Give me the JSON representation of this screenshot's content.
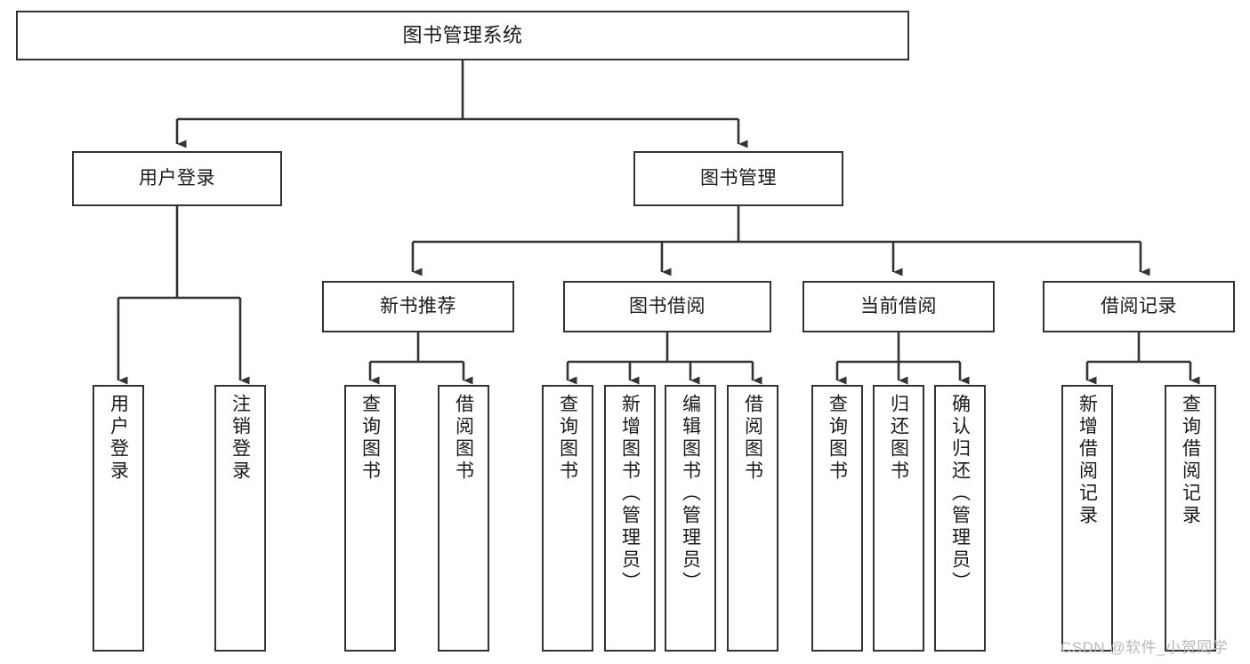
{
  "diagram": {
    "title": "图书管理系统",
    "orientation": "top-down-tree",
    "watermark": "CSDN @软件_小贺同学",
    "colors": {
      "background": "#ffffff",
      "node_border": "#333333",
      "node_fill": "#ffffff",
      "text": "#1a1a1a",
      "connector": "#333333",
      "watermark": "#b9b9b9"
    },
    "nodes": {
      "root": {
        "label": "图书管理系统"
      },
      "level1": [
        {
          "id": "user-login",
          "label": "用户登录"
        },
        {
          "id": "book-manage",
          "label": "图书管理"
        }
      ],
      "level2": [
        {
          "id": "new-book-recommend",
          "label": "新书推荐"
        },
        {
          "id": "book-borrow",
          "label": "图书借阅"
        },
        {
          "id": "current-borrow",
          "label": "当前借阅"
        },
        {
          "id": "borrow-record",
          "label": "借阅记录"
        }
      ],
      "leaves": {
        "user-login": [
          {
            "id": "leaf-user-login",
            "label": "用户登录"
          },
          {
            "id": "leaf-logout-login",
            "label": "注销登录"
          }
        ],
        "new-book-recommend": [
          {
            "id": "leaf-query-book-1",
            "label": "查询图书"
          },
          {
            "id": "leaf-borrow-book-1",
            "label": "借阅图书"
          }
        ],
        "book-borrow": [
          {
            "id": "leaf-query-book-2",
            "label": "查询图书"
          },
          {
            "id": "leaf-add-book",
            "label": "新增图书（管理员）"
          },
          {
            "id": "leaf-edit-book",
            "label": "编辑图书（管理员）"
          },
          {
            "id": "leaf-borrow-book-2",
            "label": "借阅图书"
          }
        ],
        "current-borrow": [
          {
            "id": "leaf-query-book-3",
            "label": "查询图书"
          },
          {
            "id": "leaf-return-book",
            "label": "归还图书"
          },
          {
            "id": "leaf-confirm-return",
            "label": "确认归还（管理员）"
          }
        ],
        "borrow-record": [
          {
            "id": "leaf-add-record",
            "label": "新增借阅记录"
          },
          {
            "id": "leaf-query-record",
            "label": "查询借阅记录"
          }
        ]
      }
    }
  }
}
